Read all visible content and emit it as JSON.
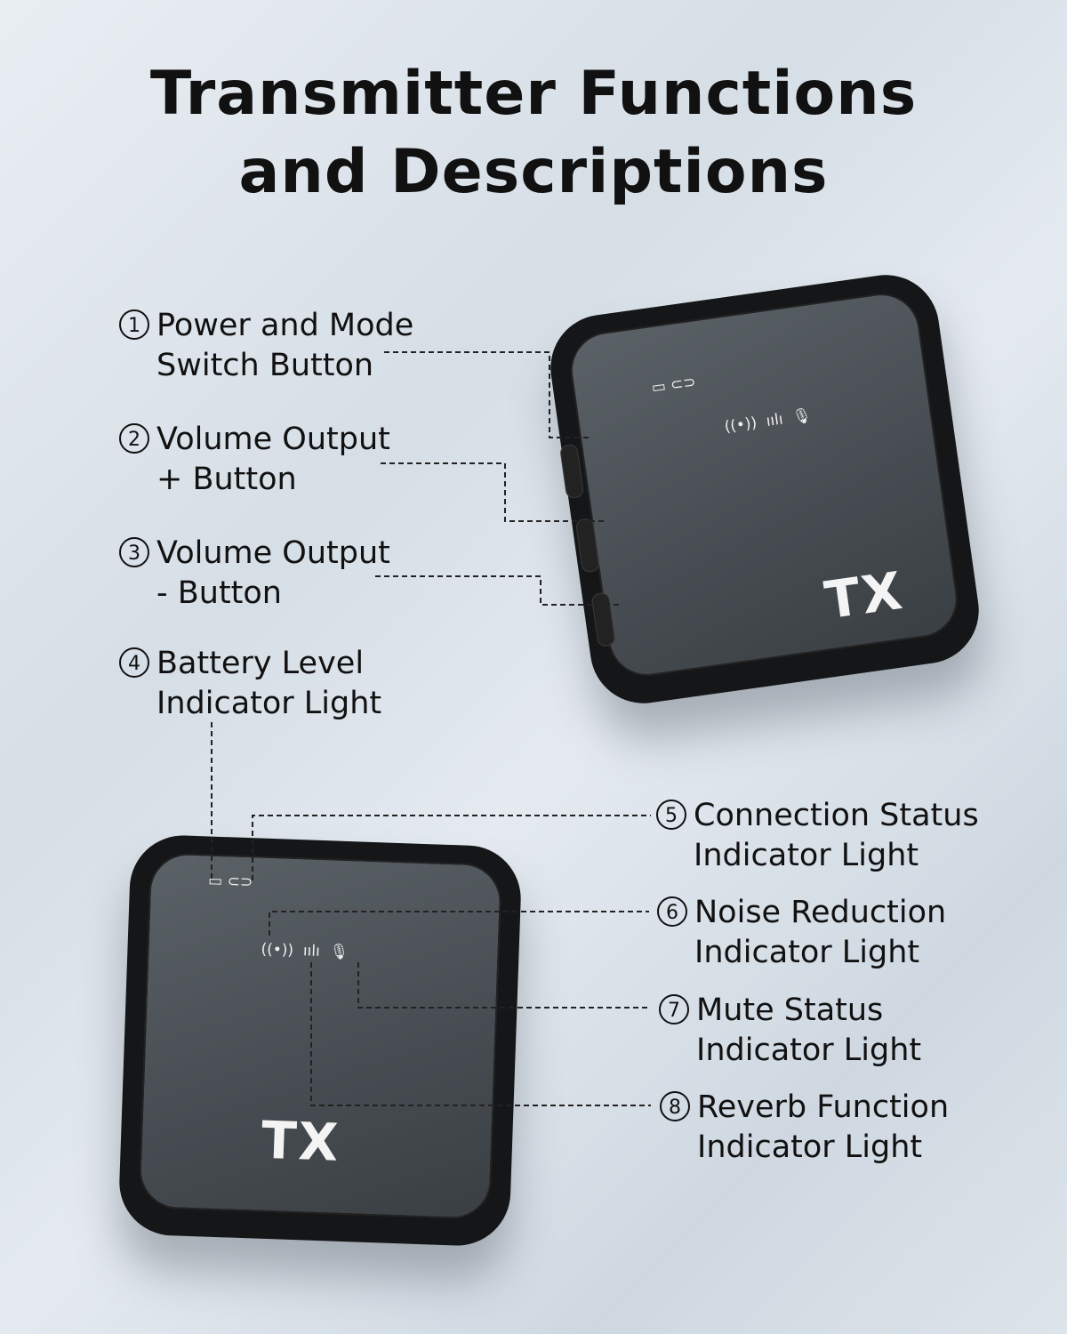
{
  "title": {
    "line1": "Transmitter Functions",
    "line2": "and Descriptions"
  },
  "device_label": "TX",
  "labels": [
    {
      "num": "1",
      "line1": "Power and Mode",
      "line2": "Switch Button"
    },
    {
      "num": "2",
      "line1": "Volume Output",
      "line2": "+ Button"
    },
    {
      "num": "3",
      "line1": "Volume Output",
      "line2": "- Button"
    },
    {
      "num": "4",
      "line1": "Battery Level",
      "line2": "Indicator Light"
    },
    {
      "num": "5",
      "line1": "Connection Status",
      "line2": "Indicator Light"
    },
    {
      "num": "6",
      "line1": "Noise Reduction",
      "line2": "Indicator Light"
    },
    {
      "num": "7",
      "line1": "Mute Status",
      "line2": "Indicator Light"
    },
    {
      "num": "8",
      "line1": "Reverb Function",
      "line2": "Indicator Light"
    }
  ]
}
